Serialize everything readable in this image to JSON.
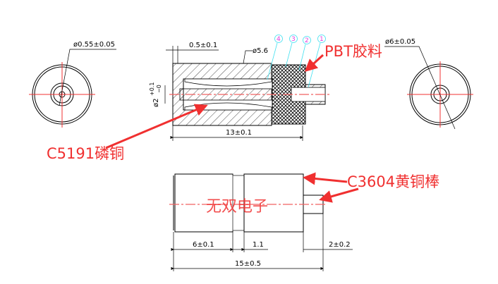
{
  "left_view": {
    "dim_label": "ø0.55±0.05"
  },
  "section_view": {
    "dim_wall": "0.5±0.1",
    "dim_groove": "ø5.6",
    "dim_bore": "ø2",
    "dim_bore_tol_upper": "+0.1",
    "dim_bore_tol_lower": "−0",
    "dim_length": "13±0.1",
    "balloons": [
      "4",
      "3",
      "2",
      "1"
    ]
  },
  "right_view": {
    "dim_label": "ø6±0.05"
  },
  "side_view": {
    "dim_a": "6±0.1",
    "dim_b": "1.1",
    "dim_c": "2±0.2",
    "dim_total": "15±0.5",
    "watermark": "无双电子"
  },
  "callouts": {
    "insulator": "PBT胶料",
    "contact": "C5191磷铜",
    "body": "C3604黄铜棒"
  },
  "colors": {
    "annotation": "#f03030",
    "balloon": "#e040e0",
    "leader": "#40e0f0"
  }
}
